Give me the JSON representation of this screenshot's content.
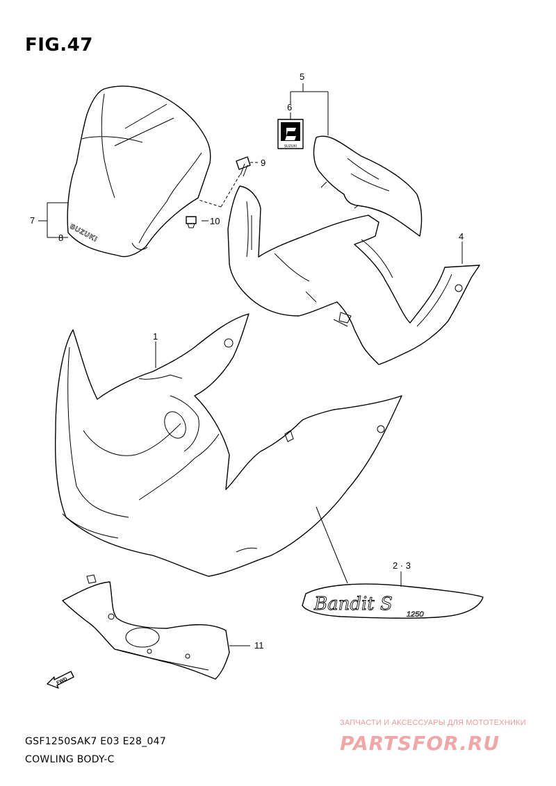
{
  "figure_title": "FIG.47",
  "callouts": {
    "c1": "1",
    "c23": "2 · 3",
    "c4": "4",
    "c5": "5",
    "c6": "6",
    "c7": "7",
    "c8": "8",
    "c9": "9",
    "c10": "10",
    "c11": "11"
  },
  "embossed_text": {
    "windscreen_brand": "SUZUKI",
    "badge_text": "SUZUKI",
    "emblem_script": "Bandit S",
    "emblem_number": "1250",
    "direction_arrow": "FWD"
  },
  "footer": {
    "model_code": "GSF1250SAK7 E03 E28_047",
    "section_name": "COWLING BODY-C"
  },
  "watermark": {
    "caption": "ЗАПЧАСТИ И АКСЕССУАРЫ ДЛЯ МОТОТЕХНИКИ",
    "logo": "PARTSFOR.RU"
  }
}
